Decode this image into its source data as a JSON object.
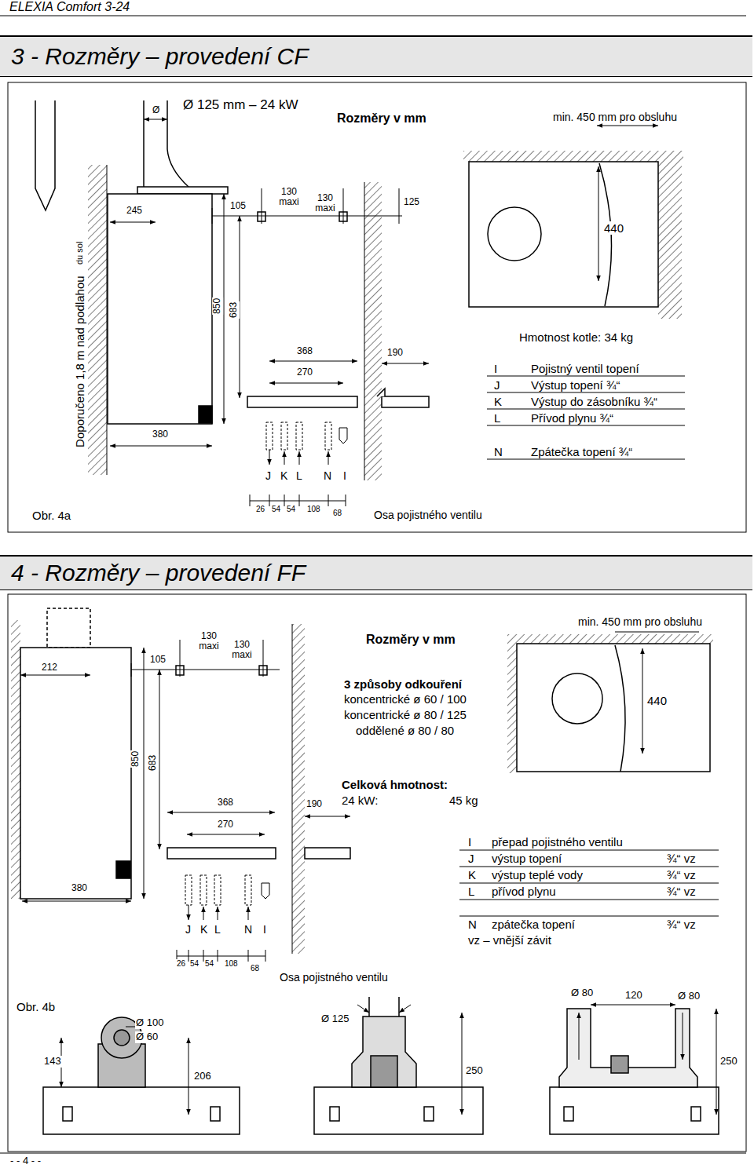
{
  "diagram": {
    "title": "ELEXIA Comfort 3-24",
    "nodes": [
      {
        "text": [
          "3 - Rozměry – provedení CF"
        ]
      },
      {
        "text": [
          "4 - Rozměry – provedení FF"
        ]
      }
    ],
    "labels": [
      "Ø 125 mm – 24 kW",
      "Rozměry v mm",
      "min. 450 mm pro obsluhu",
      "Ø",
      "245",
      "105",
      "130 maxi",
      "130 maxi",
      "125",
      "Doporučeno 1,8 m nad podlahou",
      "du sol",
      "850",
      "683",
      "368",
      "270",
      "190",
      "380",
      "440",
      "Hmotnost kotle: 34 kg",
      "I",
      "Pojistný ventil topení",
      "J",
      "Výstup topení ¾“",
      "K",
      "Výstup do zásobníku ¾“",
      "L",
      "Přívod plynu ¾“",
      "N",
      "Zpátečka topení ¾“",
      "J",
      "K",
      "L",
      "N",
      "I",
      "26",
      "54",
      "54",
      "108",
      "68",
      "Obr. 4a",
      "Osa pojistného ventilu",
      "Rozměry v mm",
      "min. 450 mm pro obsluhu",
      "212",
      "105",
      "130 maxi",
      "130 maxi",
      "3 způsoby odkouření",
      "koncentrické ø 60 / 100",
      "koncentrické ø 80 / 125",
      "oddělené ø 80 / 80",
      "850",
      "683",
      "440",
      "Celková hmotnost:",
      "24 kW:",
      "45 kg",
      "368",
      "270",
      "190",
      "380",
      "I",
      "přepad pojistného ventilu",
      "J",
      "výstup topení",
      "¾“ vz",
      "K",
      "výstup teplé vody",
      "¾“ vz",
      "L",
      "přívod plynu",
      "¾“ vz",
      "N",
      "zpátečka topení",
      "¾“ vz",
      "vz – vnější závit",
      "J",
      "K",
      "L",
      "N",
      "I",
      "26",
      "54",
      "54",
      "108",
      "68",
      "Osa pojistného ventilu",
      "Obr. 4b",
      "Ø 100",
      "Ø 60",
      "143",
      "206",
      "Ø 125",
      "250",
      "Ø 80",
      "120",
      "Ø 80",
      "250",
      "- - 4 - -"
    ]
  }
}
